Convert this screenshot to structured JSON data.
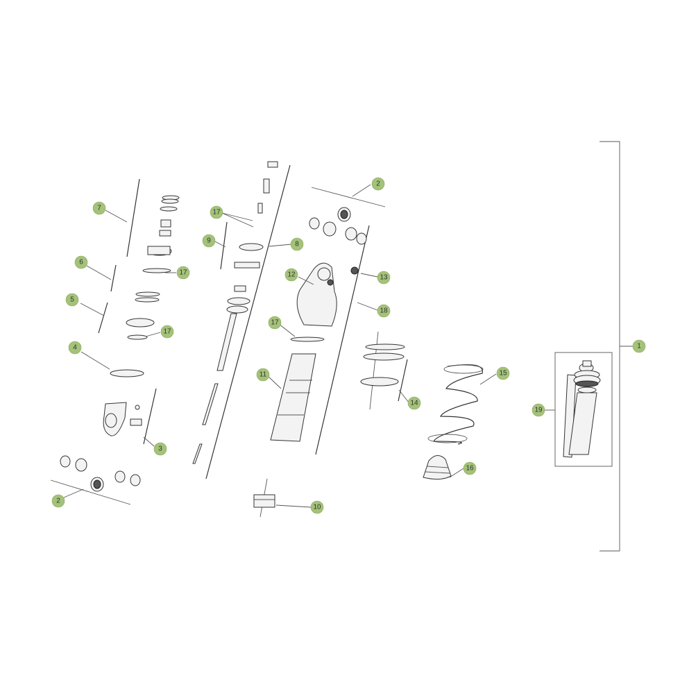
{
  "callouts": [
    {
      "label": "1"
    },
    {
      "label": "2"
    },
    {
      "label": "2"
    },
    {
      "label": "3"
    },
    {
      "label": "4"
    },
    {
      "label": "5"
    },
    {
      "label": "6"
    },
    {
      "label": "7"
    },
    {
      "label": "8"
    },
    {
      "label": "9"
    },
    {
      "label": "10"
    },
    {
      "label": "11"
    },
    {
      "label": "12"
    },
    {
      "label": "13"
    },
    {
      "label": "14"
    },
    {
      "label": "15"
    },
    {
      "label": "16"
    },
    {
      "label": "17"
    },
    {
      "label": "17"
    },
    {
      "label": "17"
    },
    {
      "label": "17"
    },
    {
      "label": "18"
    },
    {
      "label": "19"
    }
  ],
  "colors": {
    "callout_fill": "#a4c279",
    "line": "#333333"
  }
}
